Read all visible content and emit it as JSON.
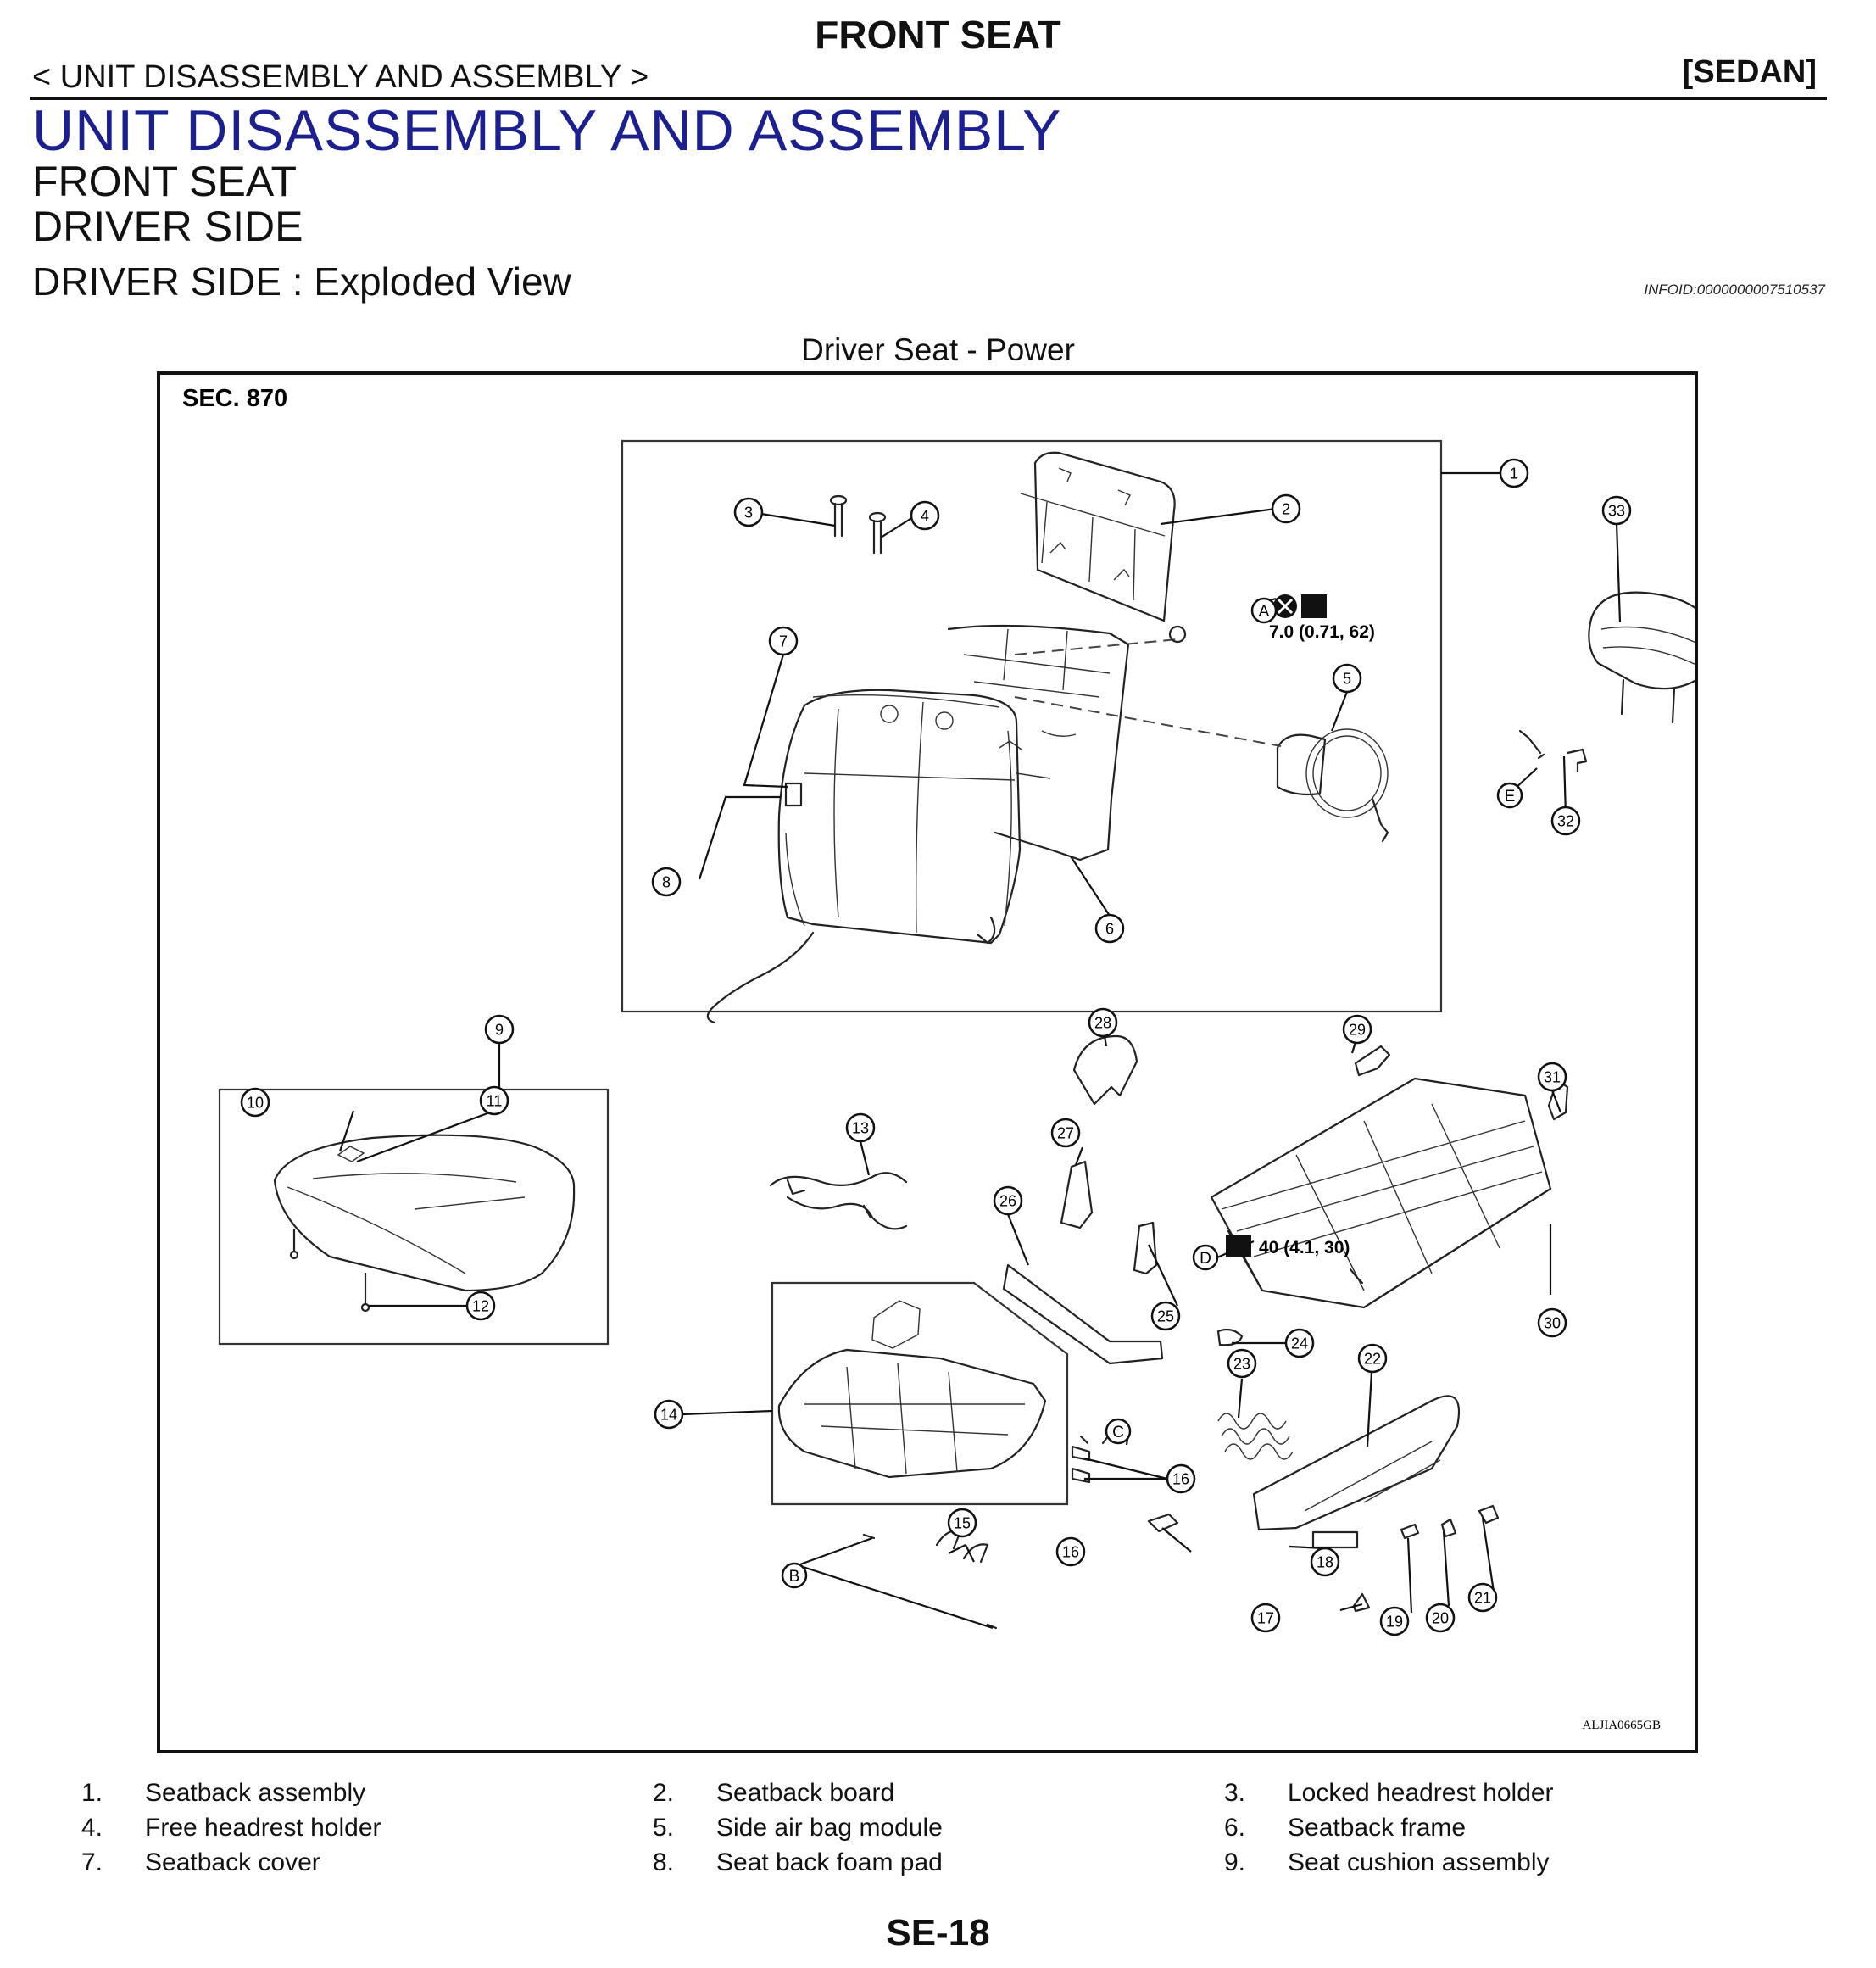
{
  "header": {
    "top_title": "FRONT SEAT",
    "breadcrumb": "< UNIT DISASSEMBLY AND ASSEMBLY >",
    "vehicle": "[SEDAN]"
  },
  "section_heading": "UNIT DISASSEMBLY AND ASSEMBLY",
  "subheadings": [
    "FRONT SEAT",
    "DRIVER SIDE"
  ],
  "topic": "DRIVER SIDE : Exploded View",
  "info_id": "INFOID:0000000007510537",
  "figure": {
    "caption": "Driver Seat - Power",
    "section": "SEC. 870",
    "code": "ALJIA0665GB",
    "callouts": [
      "1",
      "2",
      "3",
      "4",
      "5",
      "6",
      "7",
      "8",
      "9",
      "10",
      "11",
      "12",
      "13",
      "14",
      "15",
      "16",
      "16",
      "17",
      "18",
      "19",
      "20",
      "21",
      "22",
      "23",
      "24",
      "25",
      "26",
      "27",
      "28",
      "29",
      "30",
      "31",
      "32",
      "33"
    ],
    "letters": [
      "A",
      "B",
      "C",
      "D",
      "E"
    ],
    "torque_a": "7.0 (0.71, 62)",
    "torque_d": "40 (4.1, 30)"
  },
  "legend": [
    {
      "num": "1.",
      "text": "Seatback assembly"
    },
    {
      "num": "2.",
      "text": "Seatback board"
    },
    {
      "num": "3.",
      "text": "Locked headrest holder"
    },
    {
      "num": "4.",
      "text": "Free headrest holder"
    },
    {
      "num": "5.",
      "text": "Side air bag module"
    },
    {
      "num": "6.",
      "text": "Seatback frame"
    },
    {
      "num": "7.",
      "text": "Seatback cover"
    },
    {
      "num": "8.",
      "text": "Seat back foam pad"
    },
    {
      "num": "9.",
      "text": "Seat cushion assembly"
    }
  ],
  "page_number": "SE-18"
}
